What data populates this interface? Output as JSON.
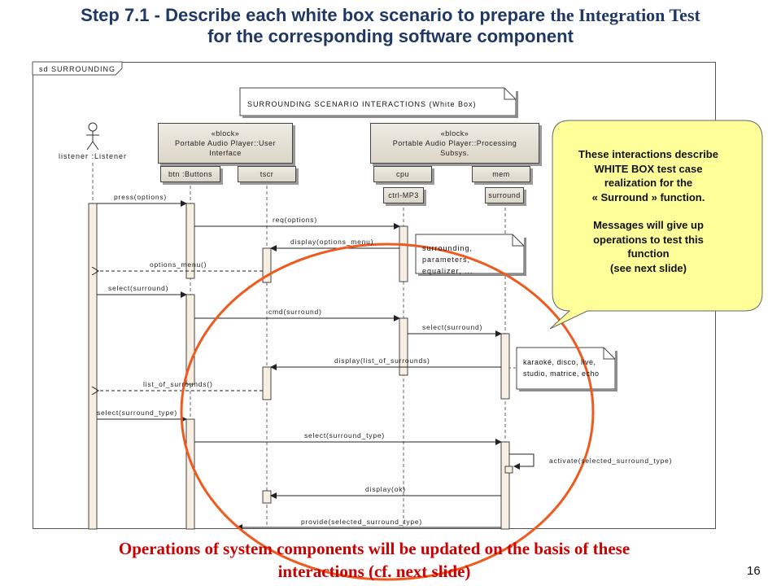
{
  "slide": {
    "title_line1_sans": "Step 7.1 - Describe each white box scenario to prepare",
    "title_line1_serif": "the Integration Test",
    "title_line2": "for the corresponding software component",
    "page_number": "16",
    "footer_line1": "Operations of system components will be updated on the basis of these",
    "footer_line2": "interactions (cf. next slide)"
  },
  "diagram": {
    "frame_label": "sd SURROUNDING",
    "scenario_note": "SURROUNDING SCENARIO INTERACTIONS (White Box)",
    "actor_label": "listener :Listener",
    "block_ui": {
      "stereotype": "«block»",
      "name_line1": "Portable Audio Player::User",
      "name_line2": "Interface"
    },
    "block_proc": {
      "stereotype": "«block»",
      "name_line1": "Portable Audio Player::Processing",
      "name_line2": "Subsys."
    },
    "parts": {
      "btn": "btn :Buttons",
      "tscr": "tscr",
      "cpu": "cpu",
      "mem": "mem",
      "ctrl": "ctrl-MP3",
      "surround": "surround"
    },
    "note_options": {
      "line1": "surrounding, parameters,",
      "line2": "equalizer, ..."
    },
    "note_surrounds": {
      "line1": "karaoké, disco, live,",
      "line2": "studio, matrice, echo"
    },
    "messages": {
      "m1": "press(options)",
      "m2": "req(options)",
      "m3": "display(options_menu)",
      "m4": "options_menu()",
      "m5": "select(surround)",
      "m6": "cmd(surround)",
      "m7": "select(surround)",
      "m8": "display(list_of_surrounds)",
      "m9": "list_of_surrounds()",
      "m10": "select(surround_type)",
      "m11": "select(surround_type)",
      "m12": "activate(selected_surround_type)",
      "m13": "display(ok)",
      "m14": "provide(selected_surround_type)"
    },
    "callout": {
      "line1": "These interactions describe",
      "line2": "WHITE BOX test case",
      "line3": "realization  for the",
      "line4": "« Surround » function.",
      "line5": "Messages will give up",
      "line6": "operations to test this",
      "line7": "function",
      "line8": "(see next slide)"
    },
    "colors": {
      "highlight_ellipse": "#ee5a1f",
      "callout_fill": "#ffff99",
      "footer_text": "#cc0000",
      "title_text": "#1f3864"
    }
  }
}
